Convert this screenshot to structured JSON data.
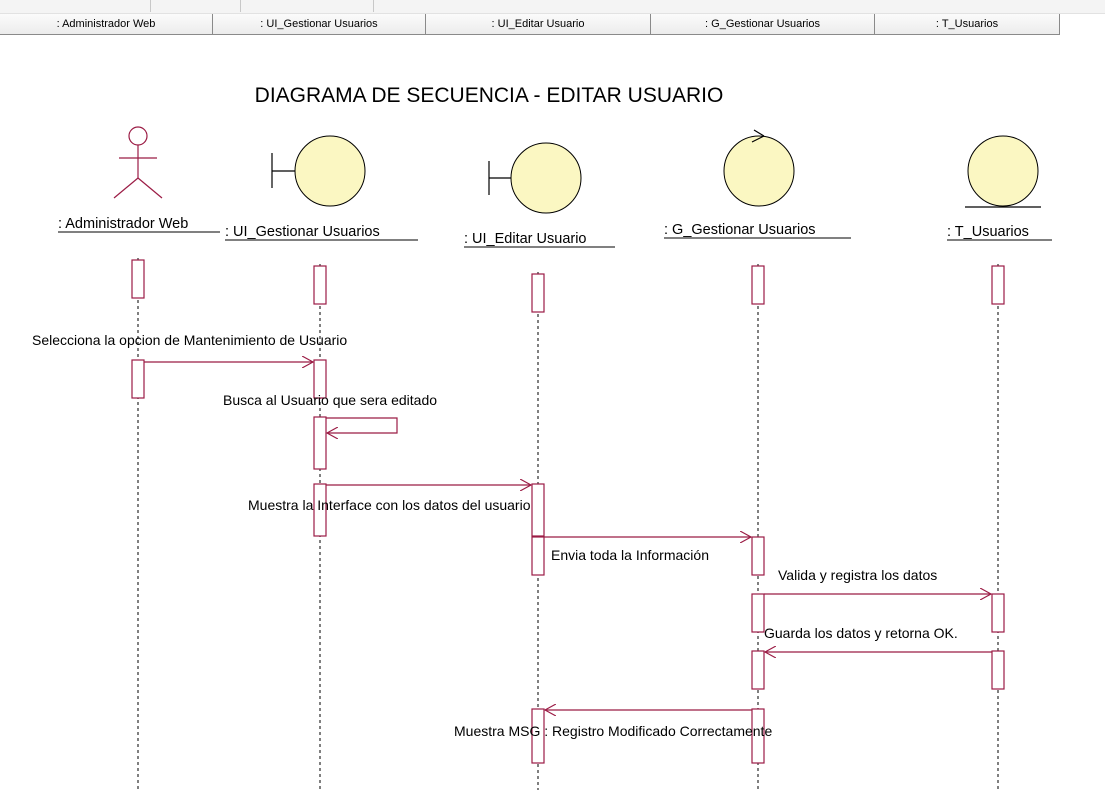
{
  "header": {
    "columns": [
      ": Administrador Web",
      ": UI_Gestionar Usuarios",
      ": UI_Editar Usuario",
      ": G_Gestionar Usuarios",
      ": T_Usuarios"
    ]
  },
  "diagram": {
    "title": "DIAGRAMA DE SECUENCIA - EDITAR USUARIO",
    "objects": [
      {
        "label": ": Administrador Web",
        "kind": "actor"
      },
      {
        "label": ": UI_Gestionar Usuarios",
        "kind": "boundary"
      },
      {
        "label": ": UI_Editar Usuario",
        "kind": "boundary"
      },
      {
        "label": ": G_Gestionar Usuarios",
        "kind": "control"
      },
      {
        "label": ": T_Usuarios",
        "kind": "entity"
      }
    ],
    "messages": [
      {
        "label": "Selecciona la opcion de Mantenimiento de Usuario",
        "from": 0,
        "to": 1
      },
      {
        "label": "Busca al Usuario que sera editado",
        "from": 1,
        "to": 1
      },
      {
        "label": "Muestra la Interface con los datos del usuario",
        "from": 1,
        "to": 2
      },
      {
        "label": "Envia toda la Información",
        "from": 2,
        "to": 3
      },
      {
        "label": "Valida y registra los datos",
        "from": 3,
        "to": 4
      },
      {
        "label": "Guarda los datos y retorna OK.",
        "from": 4,
        "to": 3
      },
      {
        "label": "Muestra MSG : Registro Modificado Correctamente",
        "from": 3,
        "to": 2
      }
    ]
  }
}
